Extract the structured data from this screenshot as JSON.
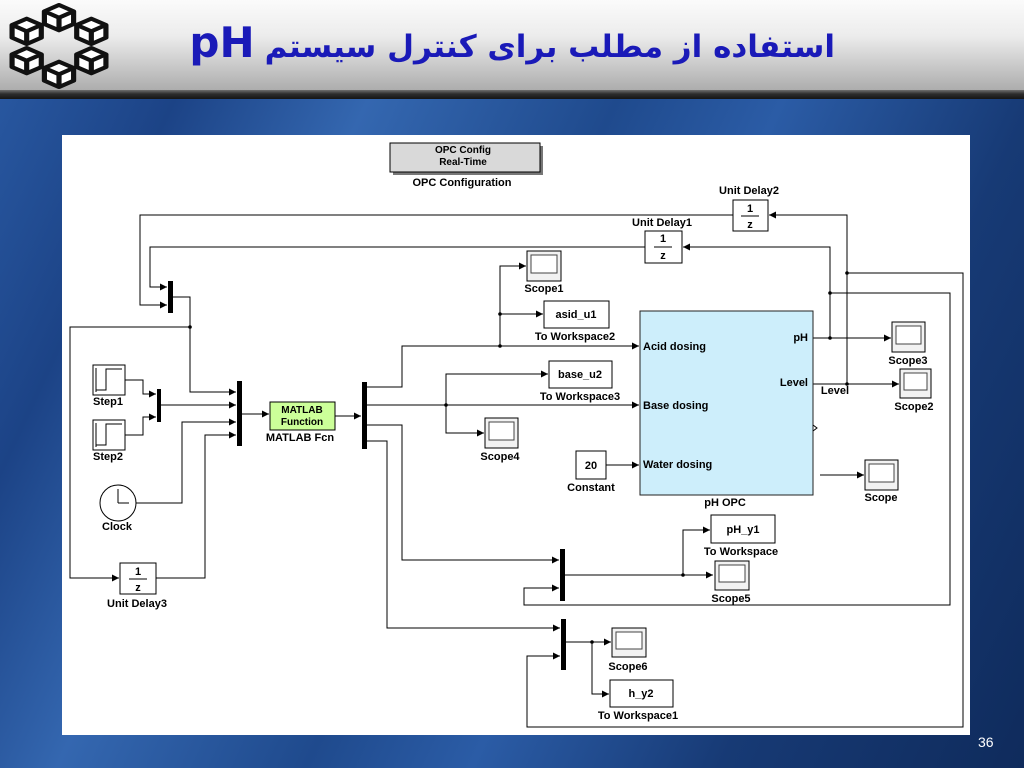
{
  "slide": {
    "title_en": "pH",
    "title_fa": "استفاده از مطلب برای کنترل سیستم",
    "page_number": "36",
    "logo_icon": "university-logo"
  },
  "colors": {
    "title": "#1a1ab8",
    "header_top": "#fbfbfb",
    "header_bottom": "#adadad",
    "ph_opc_fill": "#cdeefb",
    "matlab_fcn_fill": "#ccff99",
    "opc_config_fill": "#d9d9d9",
    "page_number": "#ffffff"
  },
  "diagram": {
    "unit_delay": {
      "numerator": "1",
      "denominator": "z"
    },
    "opc_config": {
      "line1": "OPC Config",
      "line2": "Real-Time",
      "label": "OPC Configuration"
    },
    "unit_delay1": {
      "label": "Unit Delay1"
    },
    "unit_delay2": {
      "label": "Unit Delay2"
    },
    "unit_delay3": {
      "label": "Unit Delay3"
    },
    "step1": {
      "label": "Step1",
      "icon": "step-icon"
    },
    "step2": {
      "label": "Step2",
      "icon": "step-icon"
    },
    "clock": {
      "label": "Clock",
      "icon": "clock-icon"
    },
    "matlab_fcn": {
      "line1": "MATLAB",
      "line2": "Function",
      "label": "MATLAB Fcn"
    },
    "scope_icon": "scope-icon",
    "scope": {
      "label": "Scope"
    },
    "scope1": {
      "label": "Scope1"
    },
    "scope2": {
      "label": "Scope2"
    },
    "scope3": {
      "label": "Scope3"
    },
    "scope4": {
      "label": "Scope4"
    },
    "scope5": {
      "label": "Scope5"
    },
    "scope6": {
      "label": "Scope6"
    },
    "to_workspace": {
      "variable": "pH_y1",
      "label": "To Workspace"
    },
    "to_workspace1": {
      "variable": "h_y2",
      "label": "To Workspace1"
    },
    "to_workspace2": {
      "variable": "asid_u1",
      "label": "To Workspace2"
    },
    "to_workspace3": {
      "variable": "base_u2",
      "label": "To Workspace3"
    },
    "constant": {
      "value": "20",
      "label": "Constant"
    },
    "ph_opc": {
      "label": "pH OPC",
      "inputs": [
        "Acid dosing",
        "Base dosing",
        "Water dosing"
      ],
      "outputs": [
        "pH",
        "Level"
      ]
    },
    "signal_labels": {
      "level": "Level"
    }
  }
}
